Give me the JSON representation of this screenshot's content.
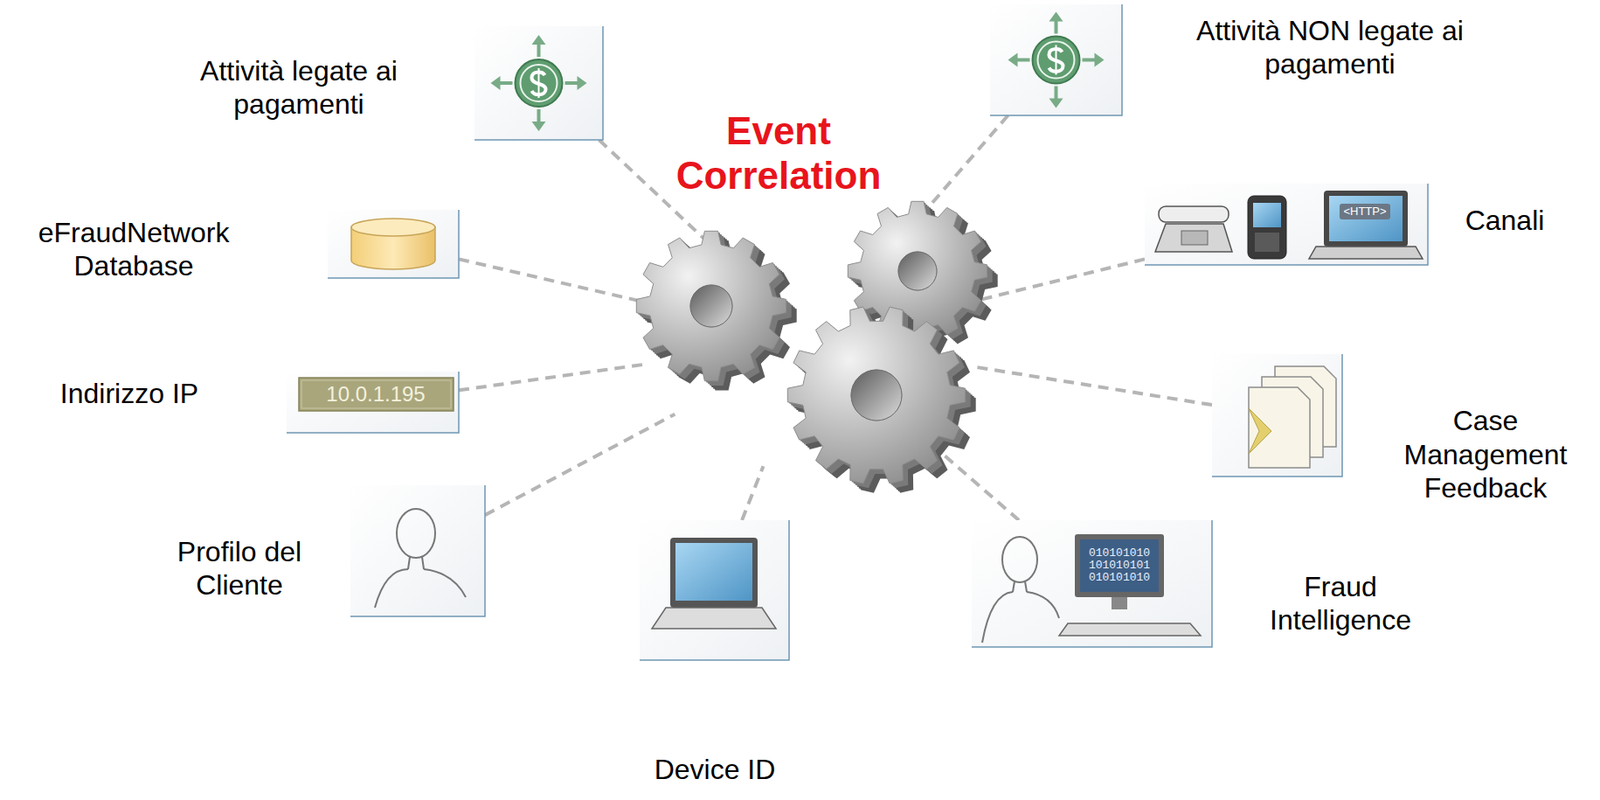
{
  "diagram": {
    "nodes": [
      {
        "text": [
          "Event Correlation"
        ]
      },
      {
        "text": [
          "Attività legate ai pagamenti"
        ]
      },
      {
        "text": [
          "Attività NON legate ai pagamenti"
        ]
      },
      {
        "text": [
          "eFraudNetwork Database"
        ]
      },
      {
        "text": [
          "Canali",
          "<HTTP>"
        ]
      },
      {
        "text": [
          "Indirizzo IP",
          "10.0.1.195"
        ]
      },
      {
        "text": [
          "Case Management Feedback"
        ]
      },
      {
        "text": [
          "Profilo del Cliente"
        ]
      },
      {
        "text": [
          "Device ID"
        ]
      },
      {
        "text": [
          "Fraud Intelligence",
          "010101010 101010101 010101010"
        ]
      }
    ],
    "edges": [
      {
        "from": 1,
        "to": 0,
        "arrow": "none"
      },
      {
        "from": 2,
        "to": 0,
        "arrow": "none"
      },
      {
        "from": 3,
        "to": 0,
        "arrow": "none"
      },
      {
        "from": 4,
        "to": 0,
        "arrow": "none"
      },
      {
        "from": 5,
        "to": 0,
        "arrow": "none"
      },
      {
        "from": 6,
        "to": 0,
        "arrow": "none"
      },
      {
        "from": 7,
        "to": 0,
        "arrow": "none"
      },
      {
        "from": 8,
        "to": 0,
        "arrow": "none"
      },
      {
        "from": 9,
        "to": 0,
        "arrow": "none"
      }
    ]
  }
}
